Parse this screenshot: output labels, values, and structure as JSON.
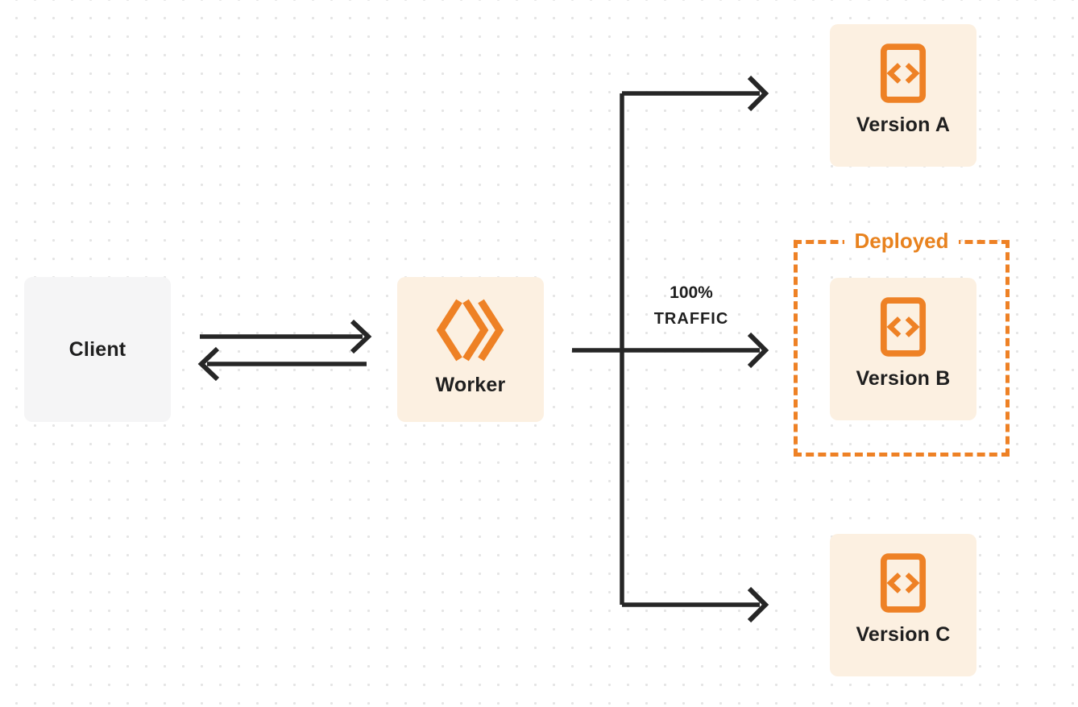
{
  "diagram": {
    "nodes": {
      "client": {
        "label": "Client"
      },
      "worker": {
        "label": "Worker"
      },
      "version_a": {
        "label": "Version A"
      },
      "version_b": {
        "label": "Version B"
      },
      "version_c": {
        "label": "Version C"
      }
    },
    "annotations": {
      "deployed": "Deployed",
      "traffic_percent": "100%",
      "traffic_word": "TRAFFIC"
    },
    "colors": {
      "accent_orange": "#EE8125",
      "deployed_text": "#E8821E",
      "node_fill_cream": "#FCF0E1",
      "client_fill_gray": "#F5F5F6",
      "arrow_dark": "#262626",
      "text_dark": "#1F1F1F",
      "background_dots": "#E4E4E4"
    },
    "icons": {
      "worker": "worker-chevrons-icon",
      "version": "code-file-icon"
    }
  }
}
